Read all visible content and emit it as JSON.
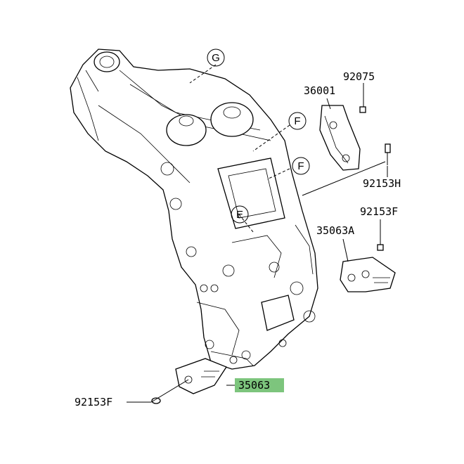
{
  "diagram": {
    "part_numbers": {
      "p92075": "92075",
      "p36001": "36001",
      "p92153H": "92153H",
      "p92153F_right": "92153F",
      "p35063A": "35063A",
      "p35063": "35063",
      "p92153F_left": "92153F"
    },
    "callouts": {
      "G": "G",
      "F_top": "F",
      "F_mid": "F",
      "E": "E"
    },
    "highlight_color": "#7dc57d"
  }
}
